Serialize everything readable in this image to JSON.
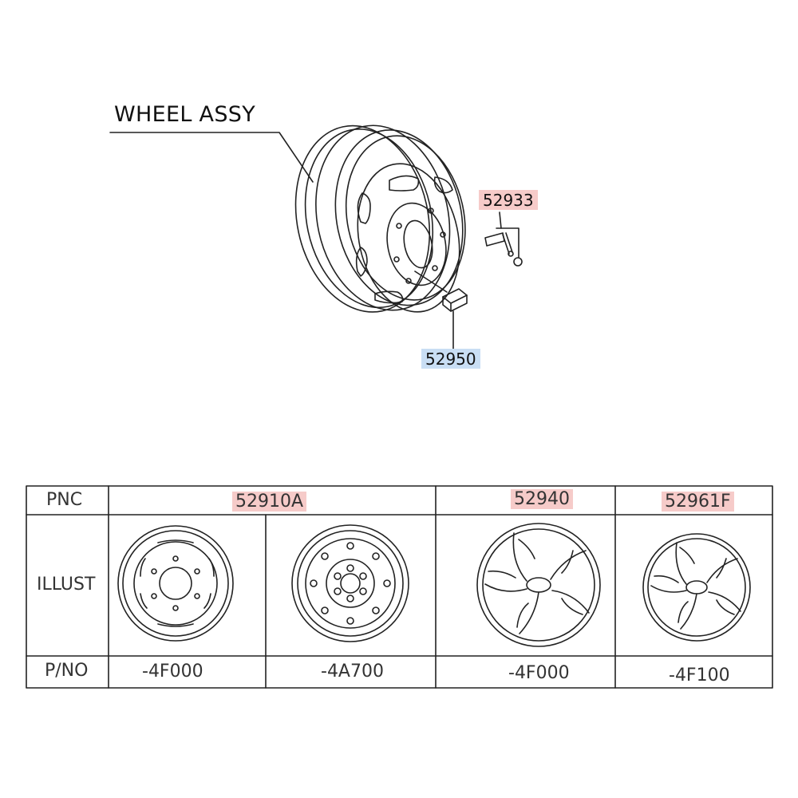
{
  "title": "WHEEL ASSY",
  "callouts": {
    "valve": "52933",
    "nut": "52950"
  },
  "table": {
    "row_labels": {
      "pnc": "PNC",
      "illust": "ILLUST",
      "pno": "P/NO"
    },
    "pnc_headers": [
      "52910A",
      "52940",
      "52961F"
    ],
    "part_numbers": [
      "-4F000",
      "-4A700",
      "-4F000",
      "-4F100"
    ]
  },
  "colors": {
    "pnc_highlight": "#f6cbc9",
    "nut_highlight": "#c9def4",
    "line": "#222222"
  }
}
